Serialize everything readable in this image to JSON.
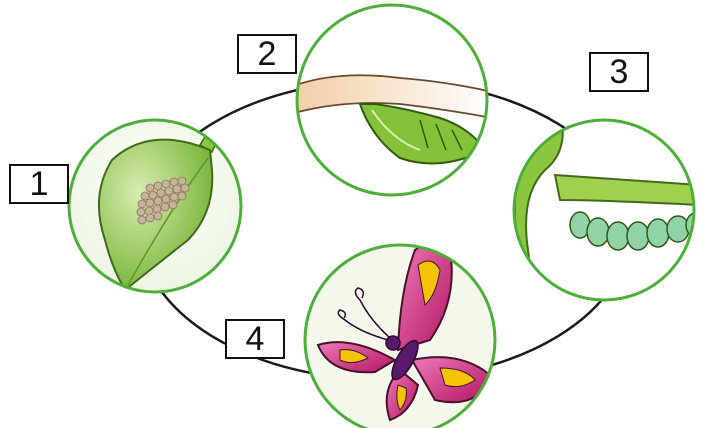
{
  "labels": {
    "one": "1",
    "two": "2",
    "three": "3",
    "four": "4"
  },
  "colors": {
    "ring": "#4caf3a",
    "cycle_line": "#1a1a1a",
    "leaf": "#8cc63f",
    "butterfly_wing": "#d4237a",
    "butterfly_spot": "#f5c400"
  },
  "stages": [
    {
      "icon": "leaf-with-eggs-icon"
    },
    {
      "icon": "chrysalis-icon"
    },
    {
      "icon": "caterpillar-icon"
    },
    {
      "icon": "butterfly-icon"
    }
  ]
}
